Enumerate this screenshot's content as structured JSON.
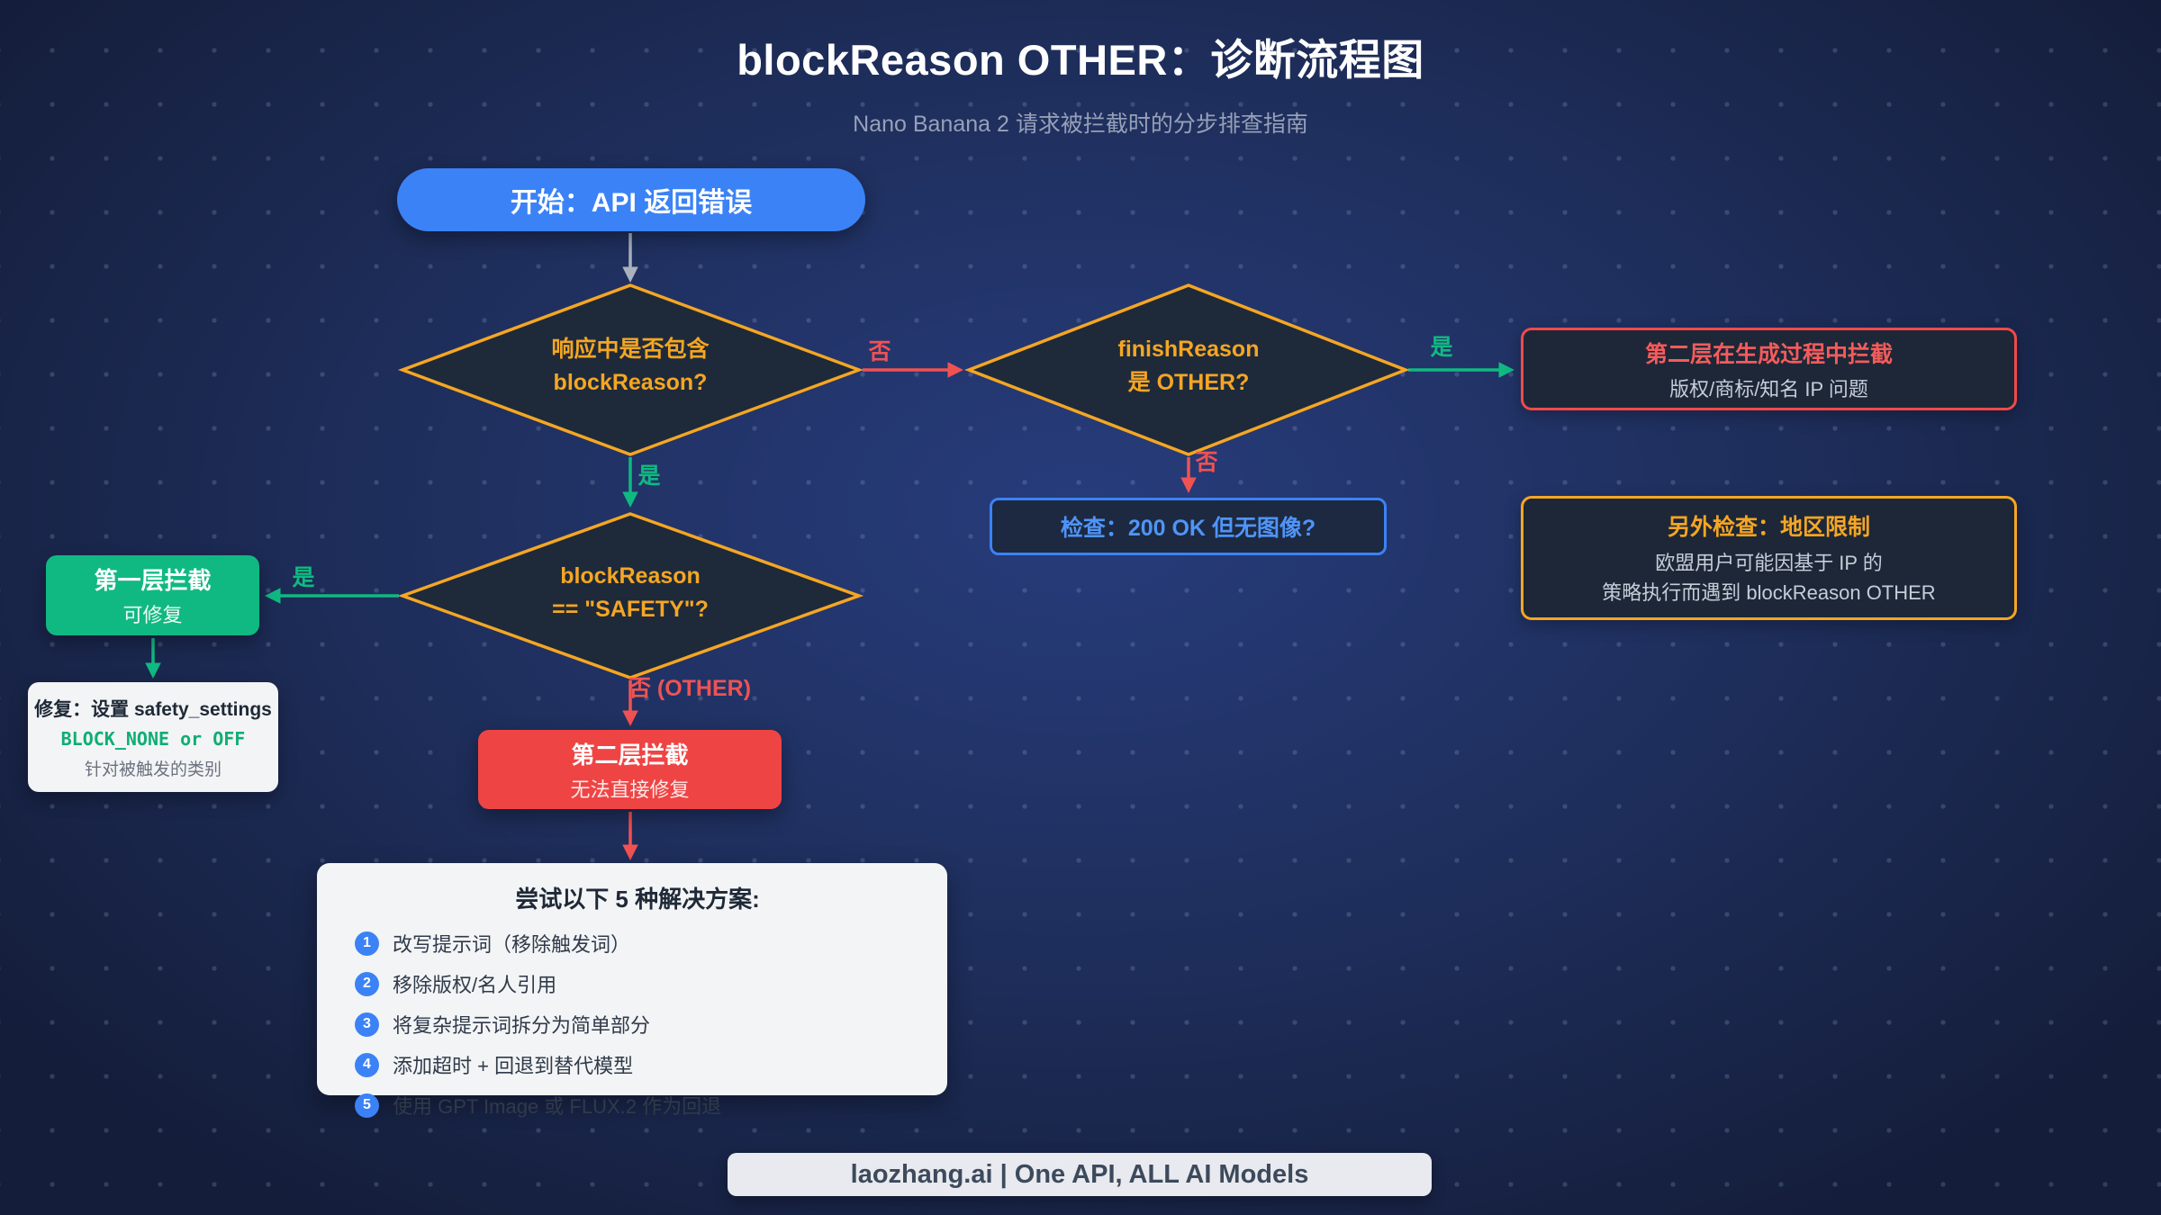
{
  "page": {
    "title": "blockReason OTHER：诊断流程图",
    "subtitle": "Nano Banana 2 请求被拦截时的分步排查指南",
    "footer": "laozhang.ai | One API, ALL AI Models"
  },
  "colors": {
    "accent_blue": "#3b82f6",
    "accent_orange": "#f5a623",
    "accent_red": "#ef4444",
    "accent_green": "#10b981",
    "background_center": "#273c7c",
    "background_edge": "#141d3a"
  },
  "nodes": {
    "start": {
      "label": "开始：API 返回错误"
    },
    "d1": {
      "line1": "响应中是否包含",
      "line2": "blockReason?"
    },
    "d2": {
      "line1": "finishReason",
      "line2": "是 OTHER?"
    },
    "d3": {
      "line1": "blockReason",
      "line2": "== \"SAFETY\"?"
    },
    "blocked_gen": {
      "title": "第二层在生成过程中拦截",
      "subtitle": "版权/商标/知名 IP 问题"
    },
    "check200": {
      "label": "检查：200 OK 但无图像?"
    },
    "region": {
      "title": "另外检查：地区限制",
      "line1": "欧盟用户可能因基于 IP 的",
      "line2": "策略执行而遇到 blockReason OTHER"
    },
    "layer1": {
      "title": "第一层拦截",
      "subtitle": "可修复"
    },
    "fix": {
      "title": "修复：设置 safety_settings",
      "code": "BLOCK_NONE or OFF",
      "note": "针对被触发的类别"
    },
    "layer2": {
      "title": "第二层拦截",
      "subtitle": "无法直接修复"
    },
    "solutions": {
      "title": "尝试以下 5 种解决方案:",
      "items": [
        {
          "num": "1",
          "text": "改写提示词（移除触发词）"
        },
        {
          "num": "2",
          "text": "移除版权/名人引用"
        },
        {
          "num": "3",
          "text": "将复杂提示词拆分为简单部分"
        },
        {
          "num": "4",
          "text": "添加超时 + 回退到替代模型"
        },
        {
          "num": "5",
          "text": "使用 GPT Image 或 FLUX.2 作为回退"
        }
      ]
    }
  },
  "edges": {
    "no1": "否",
    "yes1": "是",
    "yes2": "是",
    "no2": "否",
    "yes3": "是",
    "no3": "否 (OTHER)"
  }
}
